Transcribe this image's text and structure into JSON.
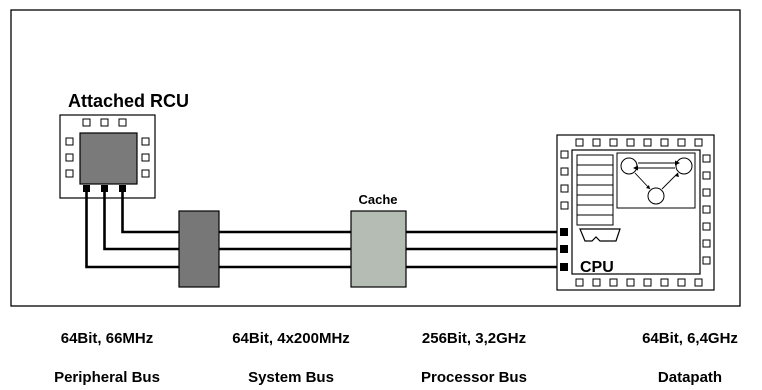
{
  "diagram": {
    "rcu_title": "Attached RCU",
    "cache_label": "Cache",
    "cpu_label": "CPU"
  },
  "buses": [
    {
      "spec": "64Bit, 66MHz",
      "name": "Peripheral Bus"
    },
    {
      "spec": "64Bit, 4x200MHz",
      "name": "System Bus"
    },
    {
      "spec": "256Bit, 3,2GHz",
      "name": "Processor Bus"
    },
    {
      "spec": "64Bit, 6,4GHz",
      "name": "Datapath"
    }
  ],
  "colors": {
    "rcu_core": "#7a7a7a",
    "system_bridge": "#777777",
    "cache_block": "#b4bcb4",
    "line": "#000000"
  }
}
